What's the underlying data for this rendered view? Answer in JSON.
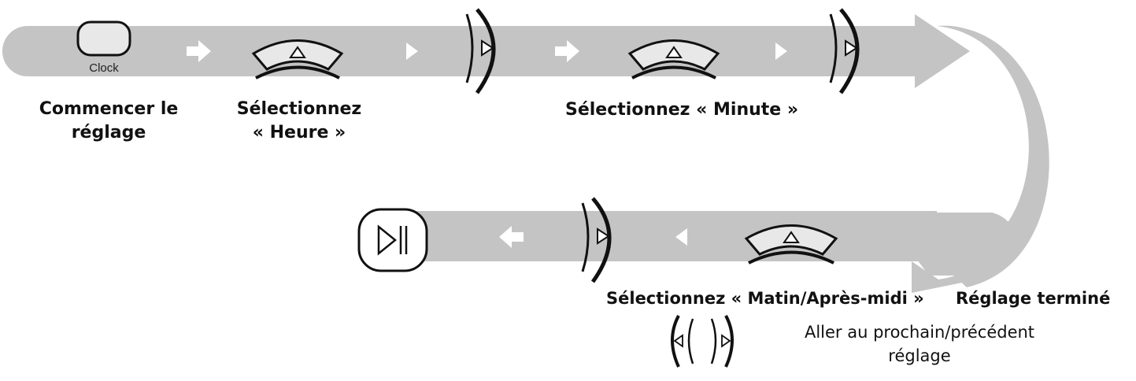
{
  "diagram": {
    "buttons": {
      "clock_label": "Clock"
    },
    "steps": {
      "start_line1": "Commencer le",
      "start_line2": "réglage",
      "hour_line1": "Sélectionnez",
      "hour_line2": "« Heure »",
      "minute": "Sélectionnez « Minute »",
      "ampm": "Sélectionnez « Matin/Après-midi »",
      "done": "Réglage terminé"
    },
    "legend": {
      "line1": "Aller au prochain/précédent",
      "line2": "réglage"
    },
    "colors": {
      "band": "#c4c4c4",
      "button_face": "#e8e8e8",
      "stroke": "#111111",
      "arrow": "#ffffff"
    },
    "icons": [
      "clock-button-icon",
      "up-arrow-button-icon",
      "right-dial-icon",
      "left-right-dial-icon",
      "play-pause-button-icon"
    ]
  }
}
